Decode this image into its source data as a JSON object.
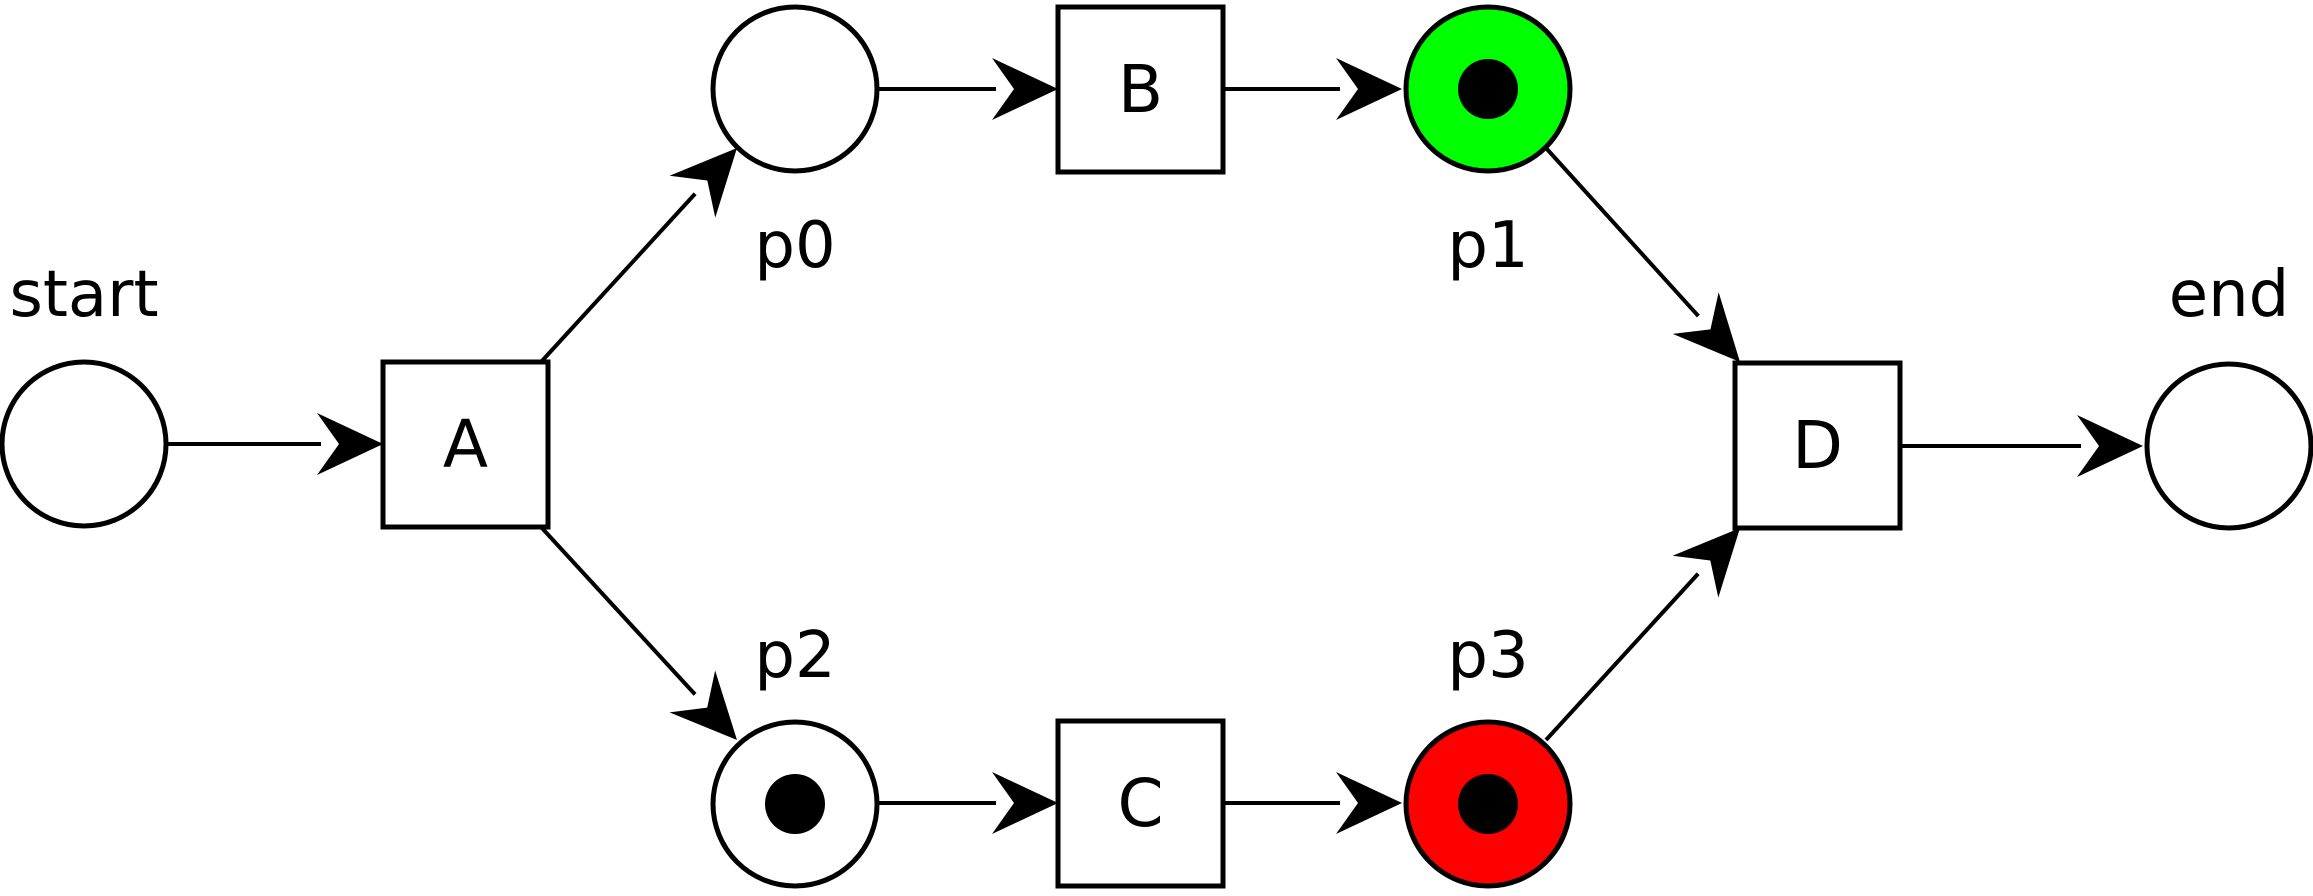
{
  "places": [
    {
      "id": "start",
      "label": "start",
      "tokens": 0,
      "fill": "#ffffff"
    },
    {
      "id": "p0",
      "label": "p0",
      "tokens": 0,
      "fill": "#ffffff"
    },
    {
      "id": "p1",
      "label": "p1",
      "tokens": 1,
      "fill": "#00ff00"
    },
    {
      "id": "p2",
      "label": "p2",
      "tokens": 1,
      "fill": "#ffffff"
    },
    {
      "id": "p3",
      "label": "p3",
      "tokens": 1,
      "fill": "#ff0000"
    },
    {
      "id": "end",
      "label": "end",
      "tokens": 0,
      "fill": "#ffffff"
    }
  ],
  "transitions": [
    {
      "id": "A",
      "label": "A"
    },
    {
      "id": "B",
      "label": "B"
    },
    {
      "id": "C",
      "label": "C"
    },
    {
      "id": "D",
      "label": "D"
    }
  ],
  "arcs": [
    {
      "from": "start",
      "to": "A"
    },
    {
      "from": "A",
      "to": "p0"
    },
    {
      "from": "A",
      "to": "p2"
    },
    {
      "from": "p0",
      "to": "B"
    },
    {
      "from": "p2",
      "to": "C"
    },
    {
      "from": "B",
      "to": "p1"
    },
    {
      "from": "C",
      "to": "p3"
    },
    {
      "from": "p1",
      "to": "D"
    },
    {
      "from": "p3",
      "to": "D"
    },
    {
      "from": "D",
      "to": "end"
    }
  ],
  "colors": {
    "stroke": "#000000",
    "token": "#000000",
    "marked_green": "#00ff00",
    "marked_red": "#ff0000"
  }
}
